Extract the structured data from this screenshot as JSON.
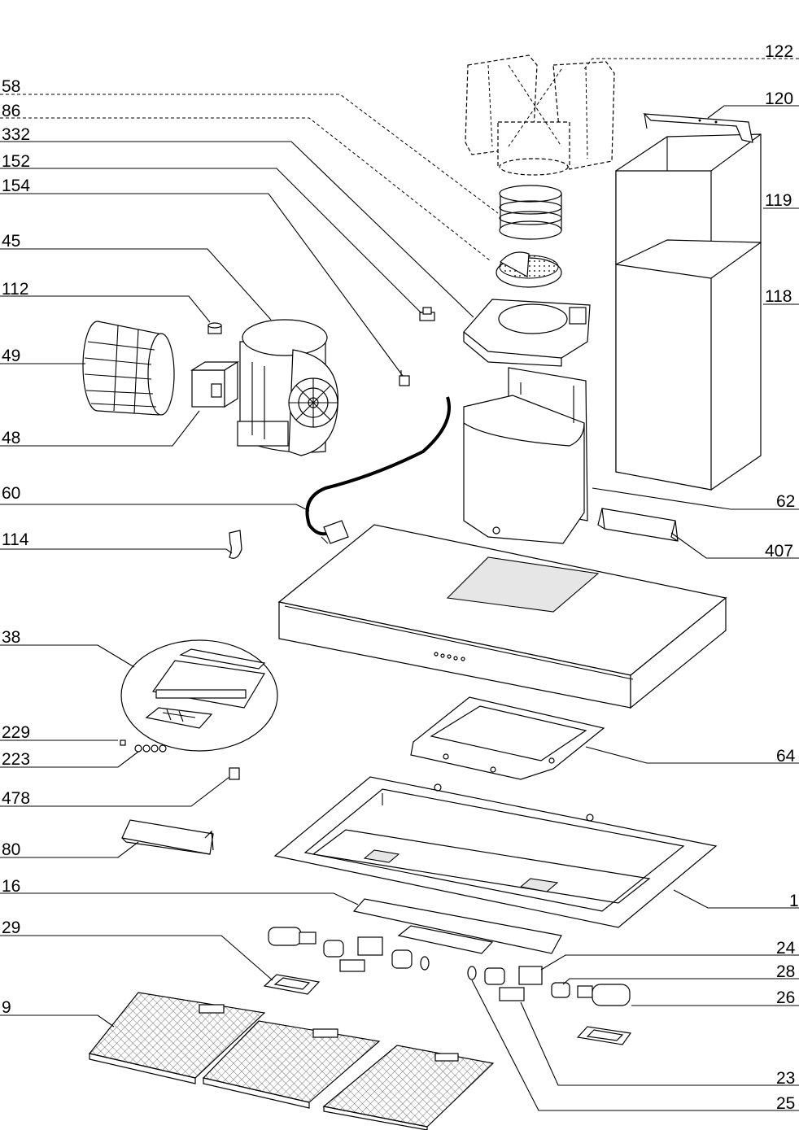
{
  "labels": {
    "p122": "122",
    "p58": "58",
    "p86": "86",
    "p120": "120",
    "p332": "332",
    "p152": "152",
    "p154": "154",
    "p119": "119",
    "p45": "45",
    "p118": "118",
    "p112": "112",
    "p49": "49",
    "p48": "48",
    "p60": "60",
    "p62": "62",
    "p114": "114",
    "p407": "407",
    "p38": "38",
    "p229": "229",
    "p223": "223",
    "p64": "64",
    "p478": "478",
    "p80": "80",
    "p16": "16",
    "p1": "1",
    "p29": "29",
    "p24": "24",
    "p28": "28",
    "p9": "9",
    "p26": "26",
    "p23": "23",
    "p25": "25"
  }
}
